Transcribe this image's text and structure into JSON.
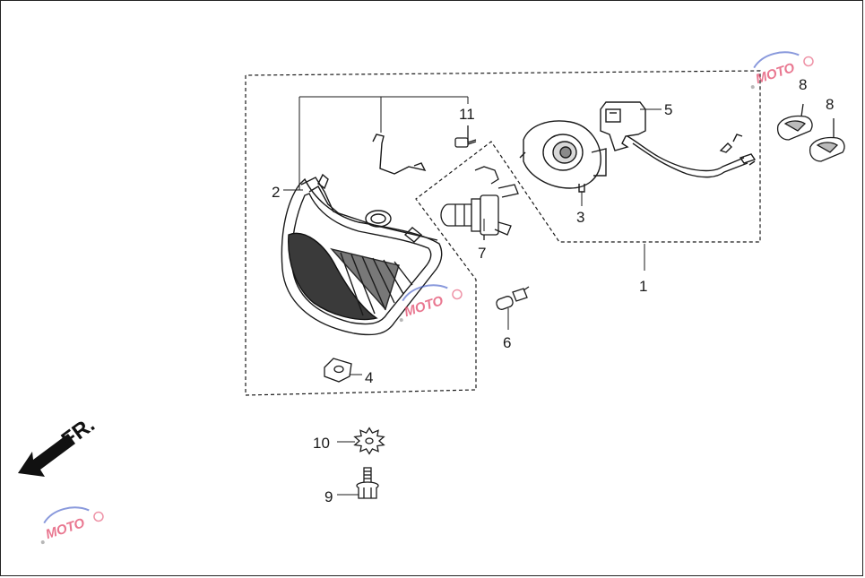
{
  "diagram": {
    "callouts": {
      "p1": "1",
      "p2": "2",
      "p3": "3",
      "p4": "4",
      "p5": "5",
      "p6": "6",
      "p7": "7",
      "p8a": "8",
      "p8b": "8",
      "p9": "9",
      "p10": "10",
      "p11": "11"
    },
    "direction_label": "FR.",
    "watermark_text": "MOTO"
  },
  "colors": {
    "line": "#1a1a1a",
    "watermark_red": "#e24a6b",
    "watermark_blue": "#3b55c4"
  }
}
